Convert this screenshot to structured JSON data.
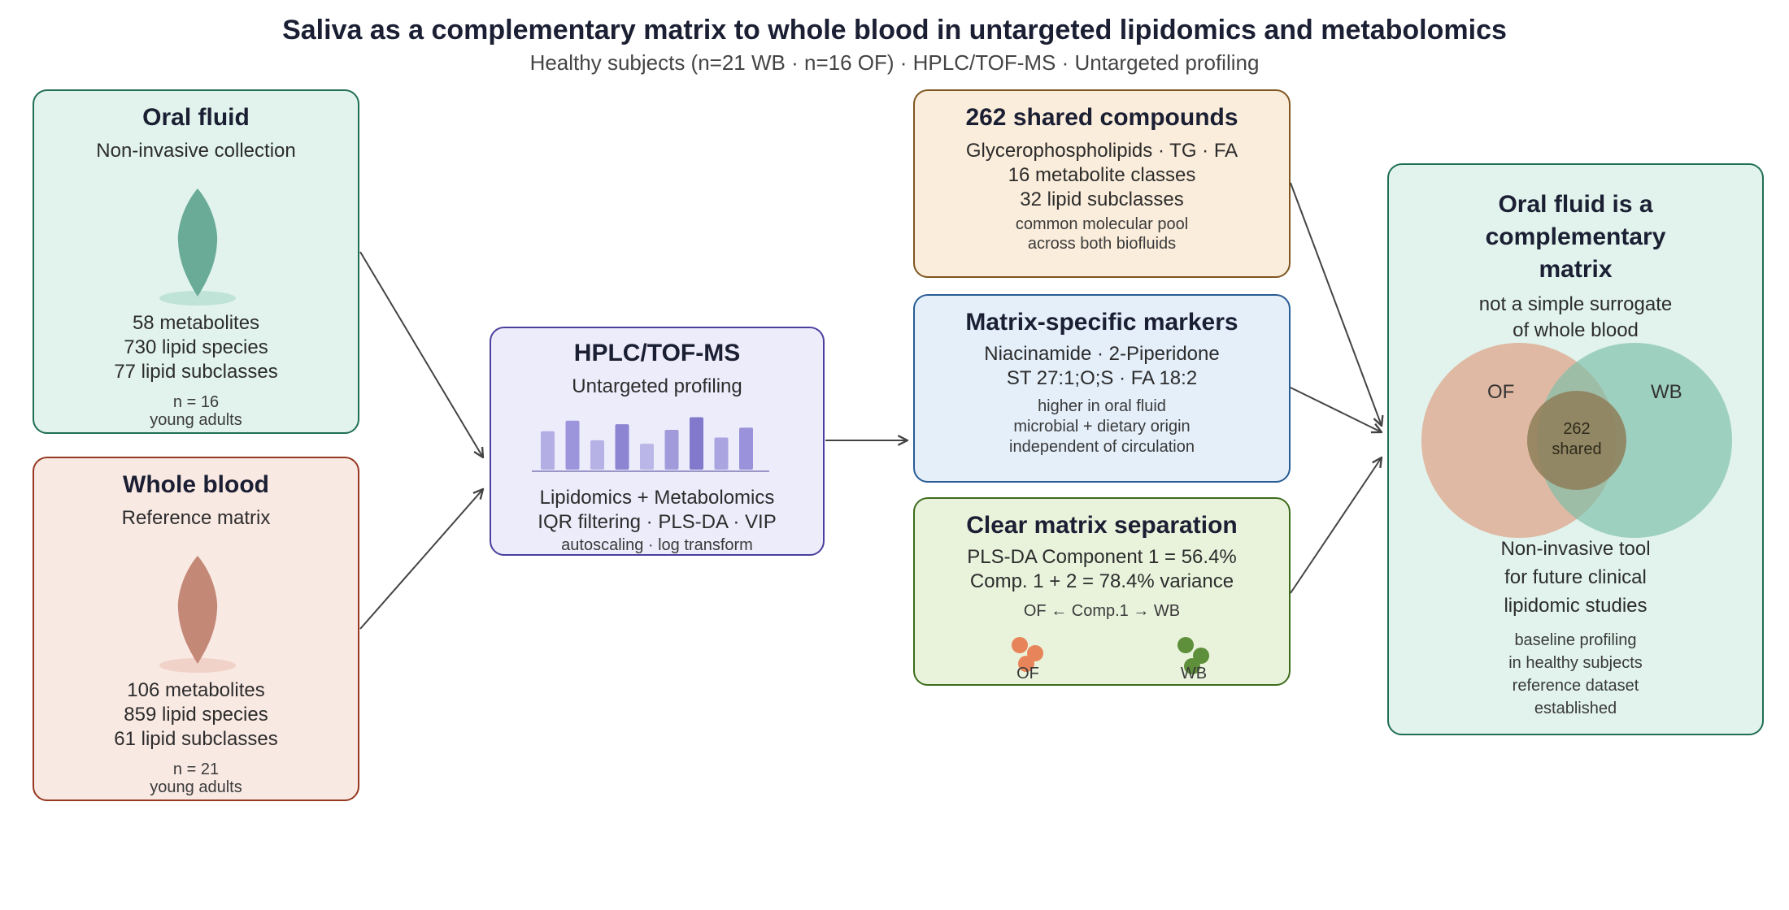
{
  "title": "Saliva as a complementary matrix to whole blood in untargeted lipidomics and metabolomics",
  "subtitle": "Healthy subjects (n=21 WB · n=16 OF) · HPLC/TOF-MS · Untargeted profiling",
  "oral_fluid": {
    "heading": "Oral fluid",
    "subheading": "Non-invasive collection",
    "stats": [
      "58 metabolites",
      "730 lipid species",
      "77 lipid subclasses"
    ],
    "n": "n = 16",
    "cohort": "young adults",
    "color": "#6aab98"
  },
  "whole_blood": {
    "heading": "Whole blood",
    "subheading": "Reference matrix",
    "stats": [
      "106 metabolites",
      "859 lipid species",
      "61 lipid subclasses"
    ],
    "n": "n = 21",
    "cohort": "young adults",
    "color": "#c48876"
  },
  "instrument": {
    "heading": "HPLC/TOF-MS",
    "subheading": "Untargeted profiling",
    "lines": [
      "Lipidomics + Metabolomics",
      "IQR filtering · PLS-DA · VIP"
    ],
    "note": "autoscaling · log transform",
    "bar_levels": [
      0.55,
      0.7,
      0.42,
      0.65,
      0.37,
      0.57,
      0.75,
      0.46,
      0.6
    ]
  },
  "shared": {
    "heading": "262 shared compounds",
    "lines": [
      "Glycerophospholipids · TG · FA",
      "16 metabolite classes",
      "32 lipid subclasses"
    ],
    "notes": [
      "common molecular pool",
      "across both biofluids"
    ]
  },
  "markers": {
    "heading": "Matrix-specific markers",
    "lines": [
      "Niacinamide · 2-Piperidone",
      "ST 27:1;O;S · FA 18:2"
    ],
    "notes": [
      "higher in oral fluid",
      "microbial + dietary origin",
      "independent of circulation"
    ]
  },
  "separation": {
    "heading": "Clear matrix separation",
    "lines": [
      "PLS-DA Component 1 = 56.4%",
      "Comp. 1 + 2 = 78.4% variance"
    ],
    "axis_note": "OF ← Comp.1 → WB",
    "of_label": "OF",
    "wb_label": "WB",
    "of_color": "#e8845a",
    "wb_color": "#5e8f3a"
  },
  "conclusion": {
    "heading": [
      "Oral fluid is a",
      "complementary",
      "matrix"
    ],
    "sub": [
      "not a simple surrogate",
      "of whole blood"
    ],
    "venn": {
      "left_label": "OF",
      "right_label": "WB",
      "center_lines": [
        "262",
        "shared"
      ]
    },
    "lines": [
      "Non-invasive tool",
      "for future clinical",
      "lipidomic studies"
    ],
    "notes": [
      "baseline profiling",
      "in healthy subjects",
      "reference dataset",
      "established"
    ]
  }
}
